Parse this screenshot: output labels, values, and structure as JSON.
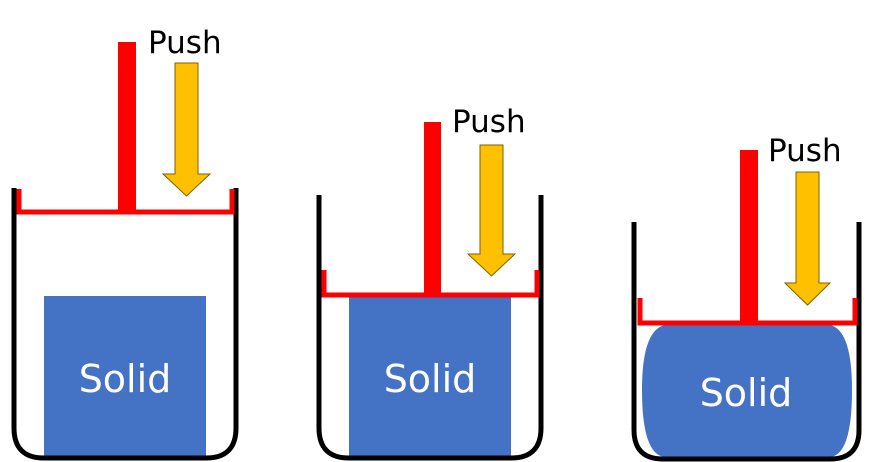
{
  "colors": {
    "container": "#000000",
    "piston": "#ff0000",
    "arrow": "#ffc000",
    "solid": "#4472c4",
    "solid_text": "#ffffff"
  },
  "stages": [
    {
      "push_label": "Push",
      "solid_label": "Solid",
      "arrow_icon": "down-arrow"
    },
    {
      "push_label": "Push",
      "solid_label": "Solid",
      "arrow_icon": "down-arrow"
    },
    {
      "push_label": "Push",
      "solid_label": "Solid",
      "arrow_icon": "down-arrow"
    }
  ]
}
